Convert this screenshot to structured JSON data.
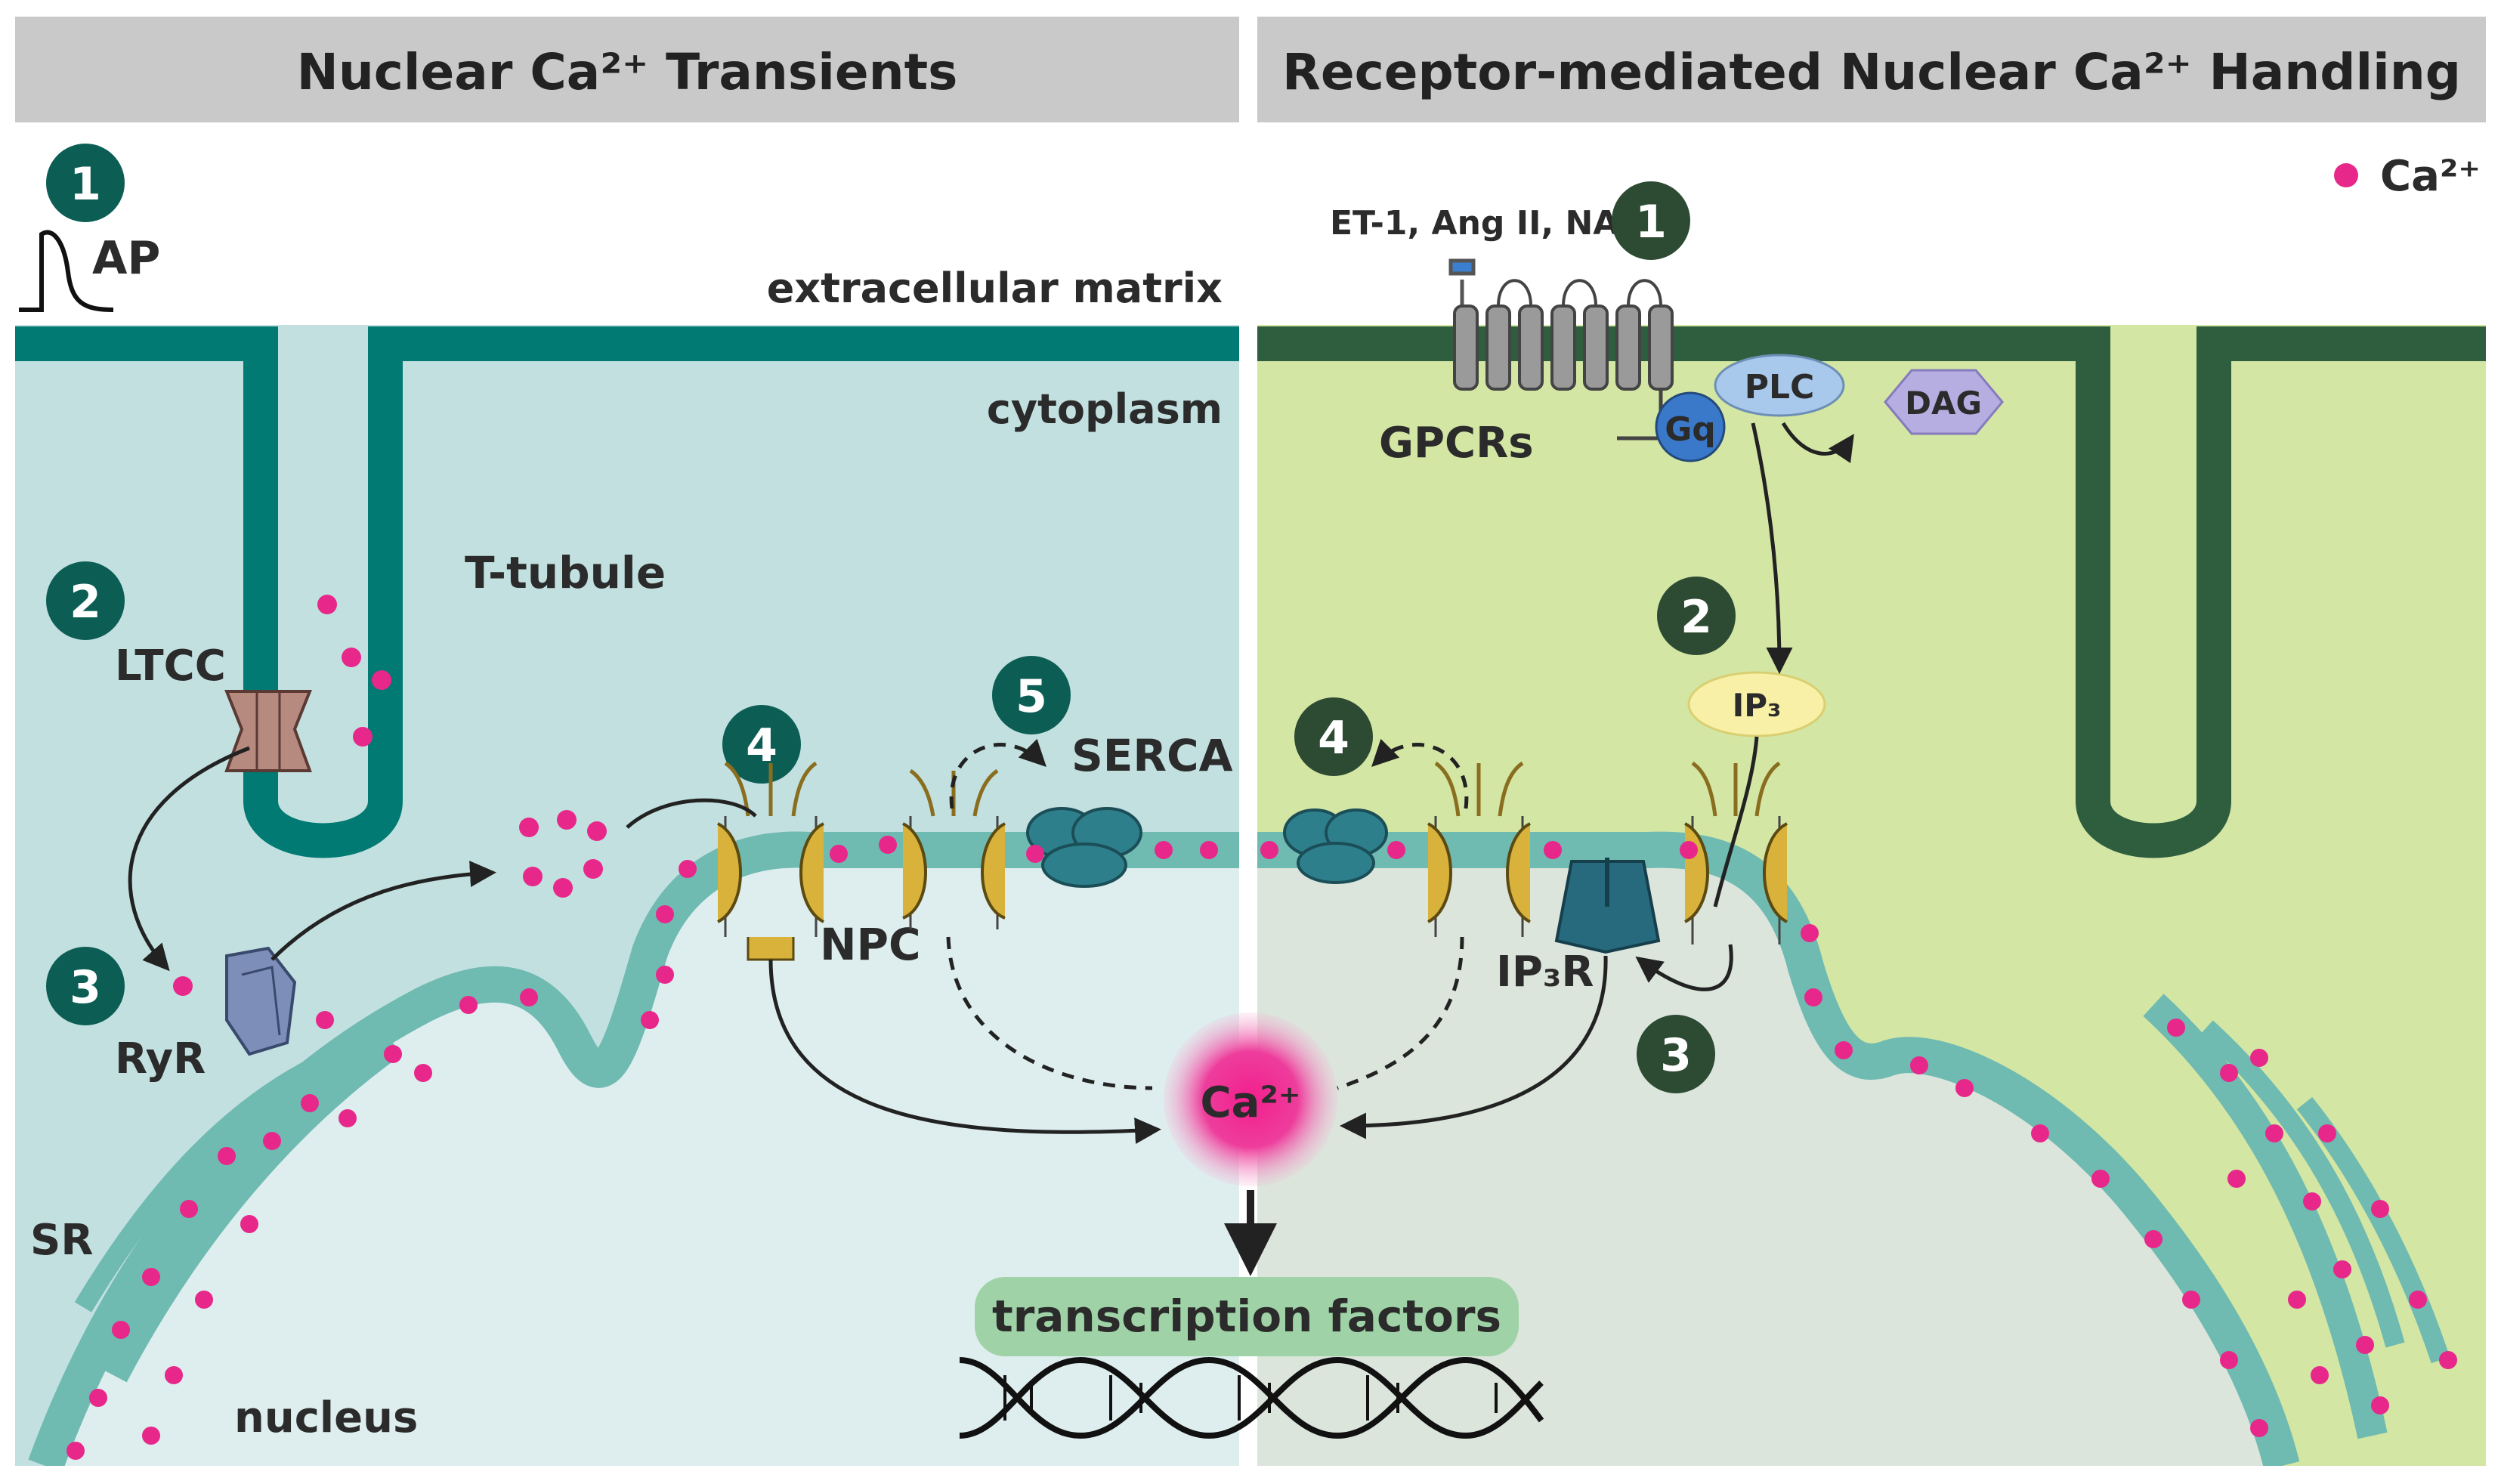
{
  "left_panel": {
    "title": "Nuclear Ca²⁺ Transients",
    "ap_label": "AP",
    "extracellular_label": "extracellular matrix",
    "cytoplasm_label": "cytoplasm",
    "ttubule_label": "T-tubule",
    "ltcc_label": "LTCC",
    "ryr_label": "RyR",
    "npc_label": "NPC",
    "serca_label": "SERCA",
    "sr_label": "SR",
    "nucleus_label": "nucleus",
    "steps": [
      "1",
      "2",
      "3",
      "4",
      "5"
    ]
  },
  "right_panel": {
    "title": "Receptor-mediated Nuclear Ca²⁺ Handling",
    "legend_label": "Ca²⁺",
    "ligands_label": "ET-1, Ang II, NA",
    "gpcrs_label": "GPCRs",
    "gq_label": "Gq",
    "plc_label": "PLC",
    "dag_label": "DAG",
    "ip3_label": "IP₃",
    "ip3r_label": "IP₃R",
    "steps": [
      "1",
      "2",
      "3",
      "4"
    ]
  },
  "center": {
    "ca_label": "Ca²⁺",
    "tf_label": "transcription factors"
  },
  "colors": {
    "left_cyto": "#c2e0e0",
    "left_nucleus": "#deeeee",
    "left_membrane": "#007a72",
    "right_cyto": "#d3e6a4",
    "right_nucleus": "#dbe5dc",
    "right_membrane": "#2e5e3e",
    "envelope": "#6fbab1",
    "calcium": "#e8278a",
    "step_badge_left": "#0c5e55",
    "step_badge_right": "#2d4a33",
    "header_bg": "#c9c9c9"
  }
}
